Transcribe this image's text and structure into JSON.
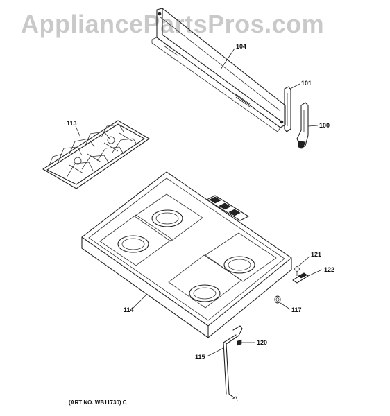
{
  "watermark": "AppliancePartsPros.com",
  "art_number": "(ART NO. WB11730) C",
  "callouts": {
    "p104": "104",
    "p101": "101",
    "p100": "100",
    "p113": "113",
    "p121": "121",
    "p122": "122",
    "p114": "114",
    "p117": "117",
    "p120": "120",
    "p115": "115"
  },
  "parts": [
    "backsplash",
    "end-cap",
    "bracket",
    "burner-grate",
    "cooktop",
    "screw",
    "clip",
    "spring-clip",
    "rod",
    "grommet"
  ]
}
